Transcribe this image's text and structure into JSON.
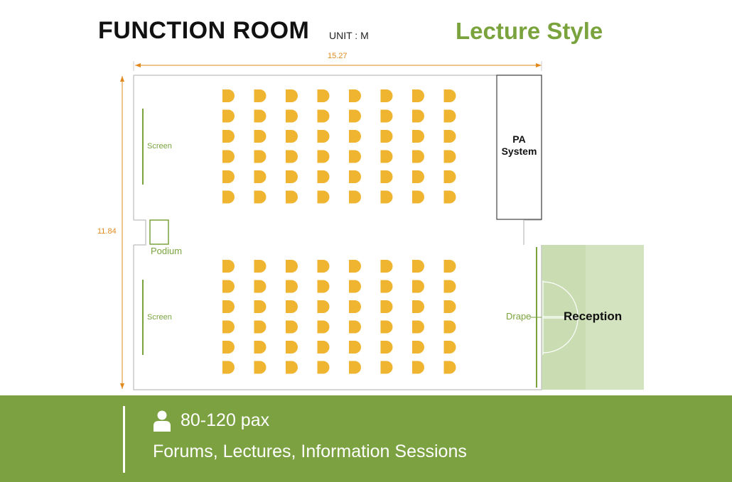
{
  "header": {
    "title": "FUNCTION ROOM",
    "unit": "UNIT : M",
    "layout_style": "Lecture Style"
  },
  "dimensions": {
    "width": "15.27",
    "height": "11.84"
  },
  "floor_plan": {
    "screen_top_label": "Screen",
    "screen_bottom_label": "Screen",
    "podium_label": "Podium",
    "pa_system_label_line1": "PA",
    "pa_system_label_line2": "System",
    "drape_label": "Drape",
    "reception_label": "Reception",
    "seating": {
      "columns": 8,
      "rows_per_block": 6,
      "blocks": 2
    }
  },
  "footer": {
    "icon": "person-icon",
    "capacity": "80-120 pax",
    "usage": "Forums, Lectures, Information Sessions"
  },
  "colors": {
    "brand_green": "#7ba141",
    "chair_orange": "#f0b530",
    "dimension_orange": "#e08a1e",
    "reception_fill": "#d3e2bf"
  }
}
